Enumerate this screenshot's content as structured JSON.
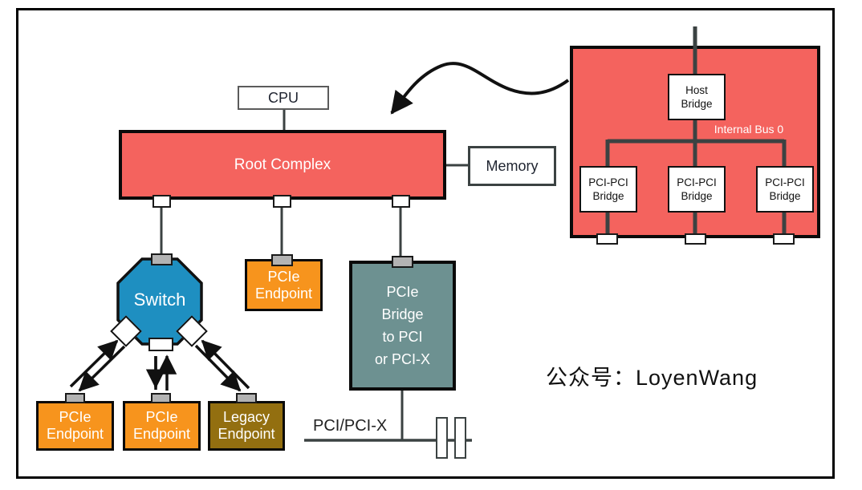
{
  "nodes": {
    "cpu": {
      "label": "CPU"
    },
    "root_complex": {
      "label": "Root Complex"
    },
    "memory": {
      "label": "Memory"
    },
    "switch": {
      "label": "Switch"
    },
    "pcie_endpoint_top": {
      "line1": "PCIe",
      "line2": "Endpoint"
    },
    "pcie_bridge": {
      "line1": "PCIe",
      "line2": "Bridge",
      "line3": "to PCI",
      "line4": "or PCI-X"
    },
    "pcie_endpoint_left": {
      "line1": "PCIe",
      "line2": "Endpoint"
    },
    "pcie_endpoint_center": {
      "line1": "PCIe",
      "line2": "Endpoint"
    },
    "legacy_endpoint": {
      "line1": "Legacy",
      "line2": "Endpoint"
    },
    "pci_bus_label": "PCI/PCI-X"
  },
  "root_complex_detail": {
    "host_bridge": {
      "line1": "Host",
      "line2": "Bridge"
    },
    "internal_bus_label": "Internal Bus 0",
    "pci_pci_bridges": [
      {
        "line1": "PCI-PCI",
        "line2": "Bridge"
      },
      {
        "line1": "PCI-PCI",
        "line2": "Bridge"
      },
      {
        "line1": "PCI-PCI",
        "line2": "Bridge"
      }
    ]
  },
  "watermark": "公众号：LoyenWang",
  "colors": {
    "node_red": "#F4635E",
    "endpoint_orange": "#F7941D",
    "legacy_brown": "#936F10",
    "switch_blue": "#1E8FC1",
    "bridge_teal": "#6D9191",
    "port_gray": "#B3B3B3",
    "line_dark": "#3B4242",
    "arrow_black": "#111111"
  }
}
